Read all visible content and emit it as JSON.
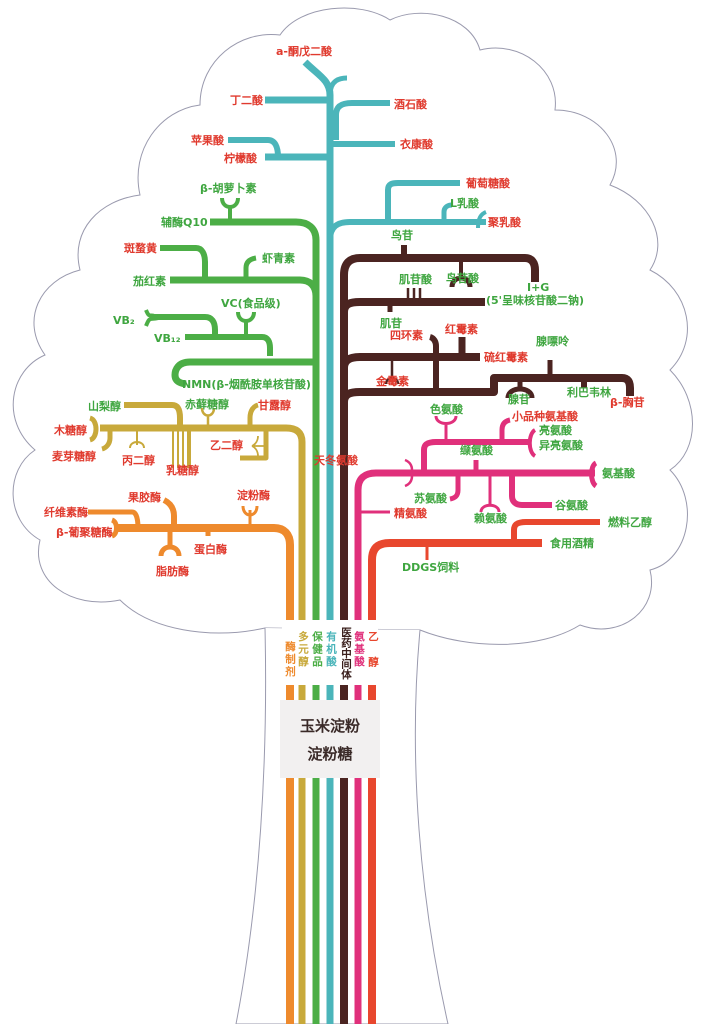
{
  "colors": {
    "enzyme": "#ee8a2d",
    "polyol": "#c8a93b",
    "health": "#4cae46",
    "organic_acid": "#4bb5ba",
    "pharma": "#4b2421",
    "amino_acid": "#e0307b",
    "ethanol": "#e8472e",
    "label_red": "#e03a2e",
    "label_green": "#3fa640"
  },
  "root": {
    "line1": "玉米淀粉",
    "line2": "淀粉糖"
  },
  "columns": [
    {
      "label": "酶制剂",
      "chars": [
        "酶",
        "制",
        "剂"
      ]
    },
    {
      "label": "多元醇",
      "chars": [
        "多",
        "元",
        "醇"
      ]
    },
    {
      "label": "保健品",
      "chars": [
        "保",
        "健",
        "品"
      ]
    },
    {
      "label": "有机酸",
      "chars": [
        "有",
        "机",
        "酸"
      ]
    },
    {
      "label": "医药中间体",
      "chars": [
        "医",
        "药",
        "中",
        "间",
        "体"
      ]
    },
    {
      "label": "氨基酸",
      "chars": [
        "氨",
        "基",
        "酸"
      ]
    },
    {
      "label": "乙醇",
      "chars": [
        "乙",
        "醇"
      ]
    }
  ],
  "organic_acid": [
    "a-酮戊二酸",
    "丁二酸",
    "酒石酸",
    "苹果酸",
    "衣康酸",
    "柠檬酸",
    "葡萄糖酸",
    "L乳酸",
    "聚乳酸"
  ],
  "health": [
    "β-胡萝卜素",
    "辅酶Q10",
    "斑蝥黄",
    "虾青素",
    "茄红素",
    "VC(食品级)",
    "VB₂",
    "VB₁₂",
    "NMN(β-烟酰胺单核苷酸)"
  ],
  "pharma": [
    "鸟苷",
    "鸟苷酸",
    "肌苷酸",
    "I+G",
    "(5'呈味核苷酸二钠)",
    "肌苷",
    "四环素",
    "红霉素",
    "硫红霉素",
    "腺嘌呤",
    "金霉素",
    "腺苷",
    "利巴韦林",
    "β-胸苷"
  ],
  "polyol": [
    "山梨醇",
    "赤藓糖醇",
    "甘露醇",
    "木糖醇",
    "乙二醇",
    "麦芽糖醇",
    "丙二醇",
    "乳糖醇"
  ],
  "enzyme": [
    "果胶酶",
    "淀粉酶",
    "纤维素酶",
    "β-葡聚糖酶",
    "蛋白酶",
    "脂肪酶"
  ],
  "amino_acid": [
    "色氨酸",
    "小品种氨基酸",
    "亮氨酸",
    "异亮氨酸",
    "缬氨酸",
    "天冬氨酸",
    "氨基酸",
    "苏氨酸",
    "谷氨酸",
    "精氨酸",
    "赖氨酸"
  ],
  "ethanol": [
    "燃料乙醇",
    "食用酒精",
    "DDGS饲料"
  ]
}
